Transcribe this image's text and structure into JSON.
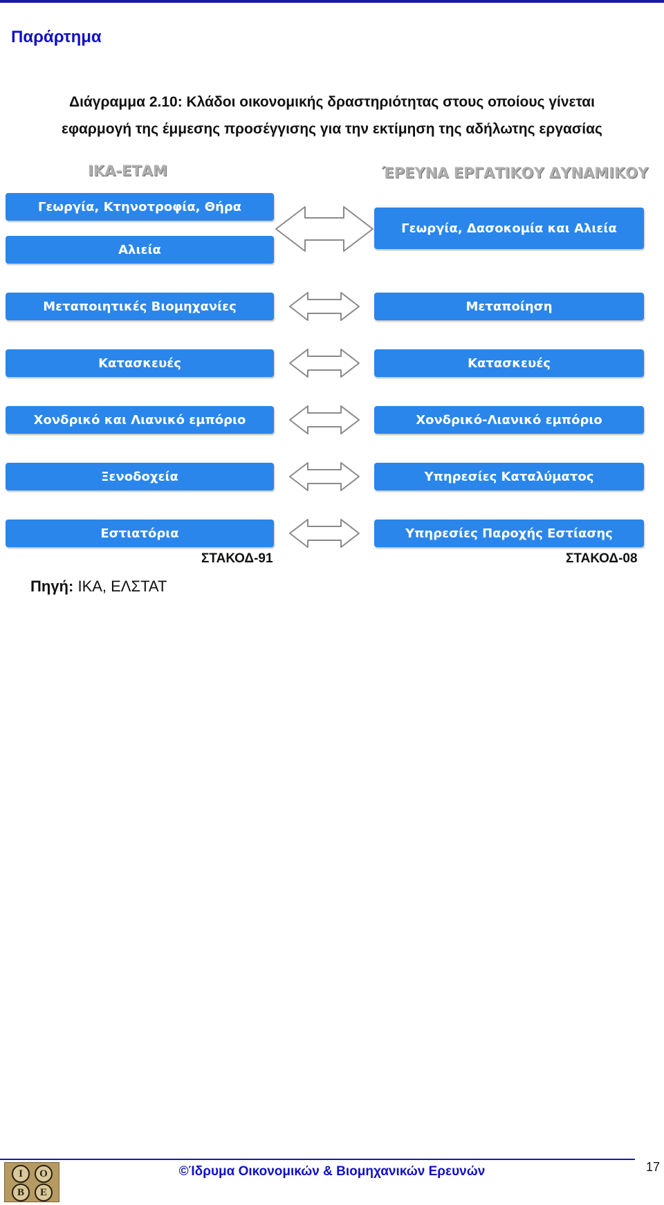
{
  "heading": "Παράρτημα",
  "diagram_title_line1": "Διάγραμμα 2.10: Κλάδοι οικονομικής δραστηριότητας στους οποίους γίνεται",
  "diagram_title_line2": "εφαρμογή της έμμεσης προσέγγισης για την εκτίμηση της αδήλωτης εργασίας",
  "left_header": "ΙΚΑ-ΕΤΑΜ",
  "right_header": "ΈΡΕΥΝΑ ΕΡΓΑΤΙΚΟΥ ΔΥΝΑΜΙΚΟΥ",
  "left_boxes": [
    "Γεωργία, Κτηνοτροφία, Θήρα",
    "Αλιεία",
    "Μεταποιητικές Βιομηχανίες",
    "Κατασκευές",
    "Χονδρικό και Λιανικό εμπόριο",
    "Ξενοδοχεία",
    "Εστιατόρια"
  ],
  "right_boxes": [
    "Γεωργία, Δασοκομία και Αλιεία",
    "Μεταποίηση",
    "Κατασκευές",
    "Χονδρικό-Λιανικό εμπόριο",
    "Υπηρεσίες Καταλύματος",
    "Υπηρεσίες Παροχής Εστίασης"
  ],
  "left_code": "ΣΤΑΚΟΔ-91",
  "right_code": "ΣΤΑΚΟΔ-08",
  "source_label": "Πηγή:",
  "source_value": "ΙΚΑ, ΕΛΣΤΑΤ",
  "footer_text": "©Ίδρυμα Οικονομικών & Βιομηχανικών Ερευνών",
  "page_number": "17",
  "logo_letters": [
    "Ι",
    "Ο",
    "Β",
    "Ε"
  ],
  "colors": {
    "box_fill": "#2a86ea",
    "heading": "#1010c8",
    "arrow_stroke": "#8a8a8a"
  }
}
